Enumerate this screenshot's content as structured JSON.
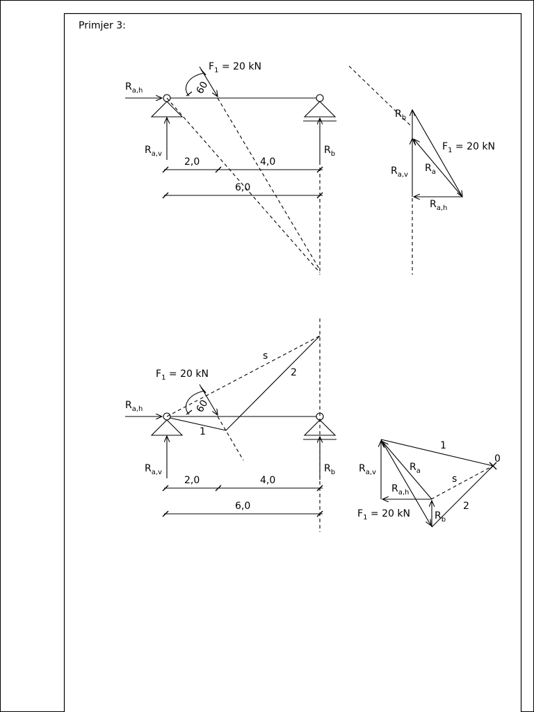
{
  "heading": "Primjer 3:",
  "diagram1": {
    "force": {
      "symbol": "F",
      "sub": "1",
      "value_text": " = 20 kN"
    },
    "angle_label": "60",
    "Rah": {
      "base": "R",
      "sub": "a,h"
    },
    "Rav": {
      "base": "R",
      "sub": "a,v"
    },
    "Rb": {
      "base": "R",
      "sub": "b"
    },
    "dim_left": "2,0",
    "dim_right": "4,0",
    "dim_total": "6,0"
  },
  "polygon1": {
    "Rb": {
      "base": "R",
      "sub": "b"
    },
    "F1": {
      "symbol": "F",
      "sub": "1",
      "value_text": " = 20 kN"
    },
    "Ra": {
      "base": "R",
      "sub": "a"
    },
    "Rav": {
      "base": "R",
      "sub": "a,v"
    },
    "Rah": {
      "base": "R",
      "sub": "a,h"
    }
  },
  "diagram2": {
    "force": {
      "symbol": "F",
      "sub": "1",
      "value_text": " = 20 kN"
    },
    "angle_label": "60",
    "Rah": {
      "base": "R",
      "sub": "a,h"
    },
    "Rav": {
      "base": "R",
      "sub": "a,v"
    },
    "Rb": {
      "base": "R",
      "sub": "b"
    },
    "ray_s": "s",
    "ray_1": "1",
    "ray_2": "2",
    "dim_left": "2,0",
    "dim_right": "4,0",
    "dim_total": "6,0"
  },
  "polygon2": {
    "ray_1": "1",
    "pole": "0",
    "Rav": {
      "base": "R",
      "sub": "a,v"
    },
    "Ra": {
      "base": "R",
      "sub": "a"
    },
    "ray_s": "s",
    "Rah": {
      "base": "R",
      "sub": "a,h"
    },
    "ray_2": "2",
    "F1": {
      "symbol": "F",
      "sub": "1",
      "value_text": " = 20 kN"
    },
    "Rb": {
      "base": "R",
      "sub": "b"
    }
  }
}
